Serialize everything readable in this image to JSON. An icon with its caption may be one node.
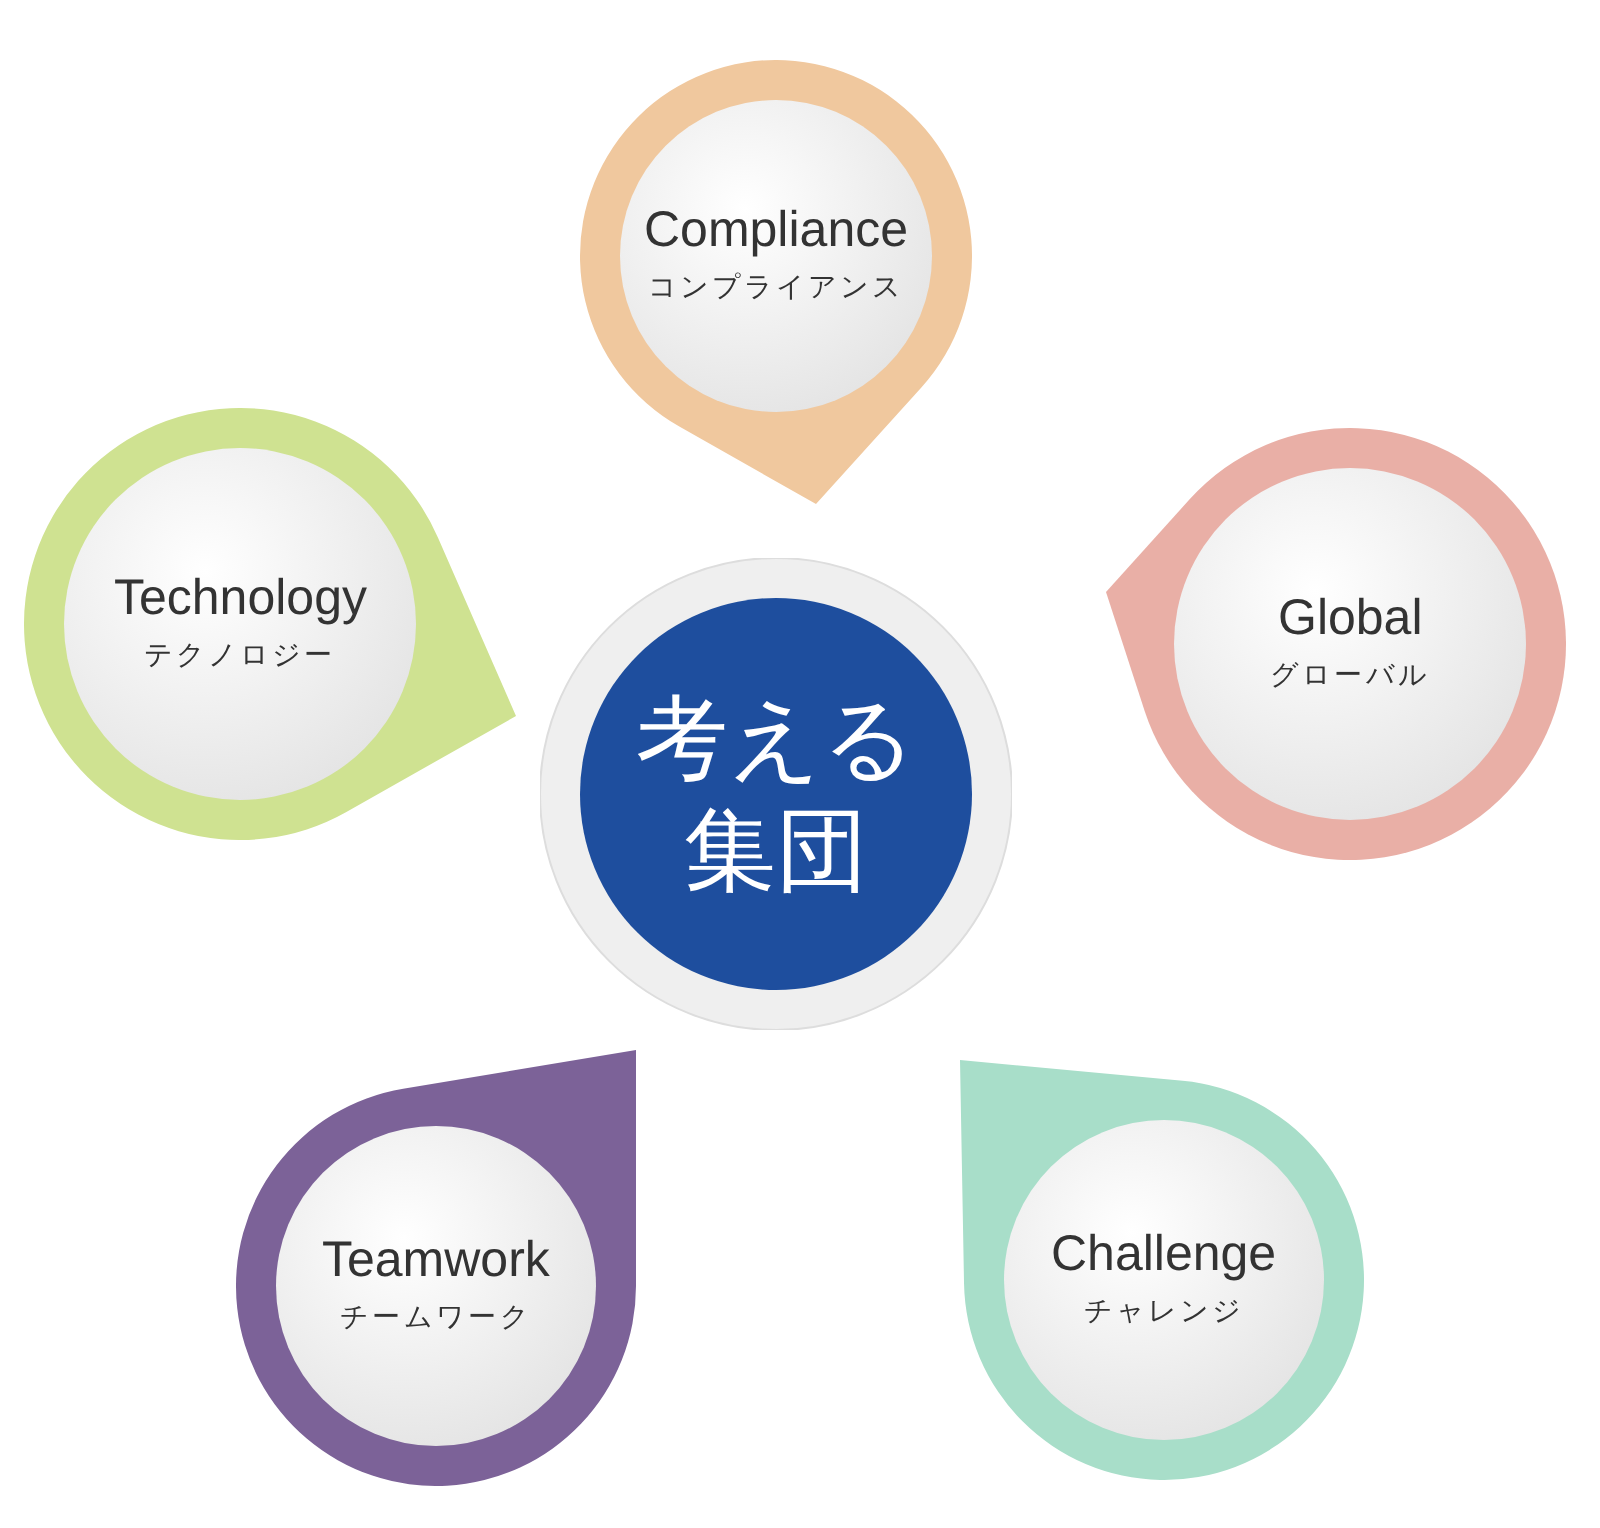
{
  "diagram": {
    "nodes": [
      {
        "text": [
          "Compliance",
          "コンプライアンス"
        ]
      },
      {
        "text": [
          "Technology",
          "テクノロジー"
        ]
      },
      {
        "text": [
          "Global",
          "グローバル"
        ]
      },
      {
        "text": [
          "考える集団"
        ]
      },
      {
        "text": [
          "Teamwork",
          "チームワーク"
        ]
      },
      {
        "text": [
          "Challenge",
          "チャレンジ"
        ]
      }
    ],
    "edges": []
  }
}
